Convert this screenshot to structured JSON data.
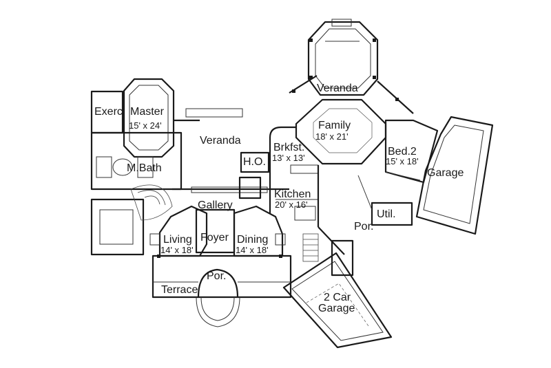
{
  "rooms": {
    "veranda_top": {
      "name": "Veranda"
    },
    "family": {
      "name": "Family",
      "dims": "18' x 21'"
    },
    "exerc": {
      "name": "Exerc."
    },
    "master": {
      "name": "Master",
      "dims": "15' x 24'"
    },
    "veranda_main": {
      "name": "Veranda"
    },
    "brkfst": {
      "name": "Brkfst.",
      "dims": "13' x 13'"
    },
    "bed2": {
      "name": "Bed.2",
      "dims": "15' x 18'"
    },
    "mbath": {
      "name": "M.Bath"
    },
    "ho": {
      "name": "H.O."
    },
    "garage_right": {
      "name": "Garage"
    },
    "kitchen": {
      "name": "Kitchen",
      "dims": "20' x 16'"
    },
    "gallery": {
      "name": "Gallery"
    },
    "util": {
      "name": "Util."
    },
    "por_side": {
      "name": "Por."
    },
    "living": {
      "name": "Living",
      "dims": "14' x 18'"
    },
    "foyer": {
      "name": "Foyer"
    },
    "dining": {
      "name": "Dining",
      "dims": "14' x 18'"
    },
    "por_front": {
      "name": "Por."
    },
    "terrace": {
      "name": "Terrace"
    },
    "garage_2car": {
      "name": "2 Car",
      "name2": "Garage"
    }
  }
}
